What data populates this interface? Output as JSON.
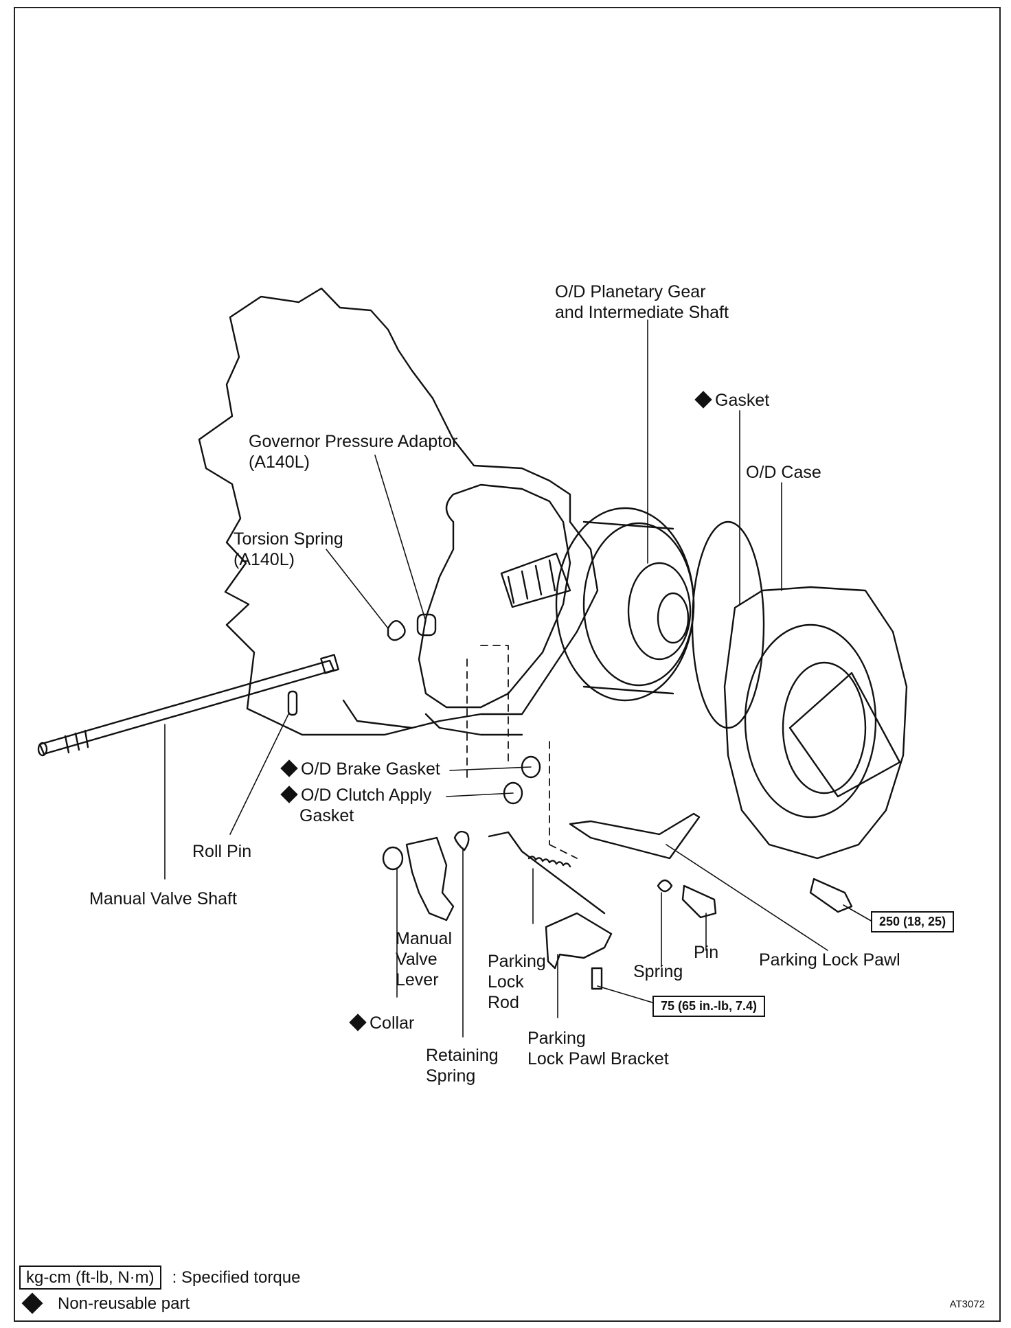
{
  "labels": {
    "od_planetary_gear": "O/D Planetary Gear",
    "od_planetary_gear_2": "and Intermediate Shaft",
    "gasket": "Gasket",
    "od_case": "O/D Case",
    "governor_pressure_adaptor": "Governor Pressure Adaptor",
    "governor_pressure_adaptor_2": "(A140L)",
    "torsion_spring": "Torsion Spring",
    "torsion_spring_2": "(A140L)",
    "od_brake_gasket": "O/D Brake Gasket",
    "od_clutch_apply_gasket": "O/D Clutch Apply",
    "od_clutch_apply_gasket_2": "Gasket",
    "roll_pin": "Roll Pin",
    "manual_valve_shaft": "Manual Valve Shaft",
    "manual_valve_lever_1": "Manual",
    "manual_valve_lever_2": "Valve",
    "manual_valve_lever_3": "Lever",
    "collar": "Collar",
    "retaining_spring_1": "Retaining",
    "retaining_spring_2": "Spring",
    "parking_lock_rod_1": "Parking",
    "parking_lock_rod_2": "Lock",
    "parking_lock_rod_3": "Rod",
    "parking_lock_pawl_bracket_1": "Parking",
    "parking_lock_pawl_bracket_2": "Lock Pawl Bracket",
    "spring": "Spring",
    "pin": "Pin",
    "parking_lock_pawl": "Parking Lock Pawl"
  },
  "torques": {
    "case_bolt": "250 (18, 25)",
    "bracket_bolt": "75 (65 in.-lb, 7.4)"
  },
  "legend": {
    "torque_unit": "kg-cm (ft-lb, N·m)",
    "torque_desc": ":  Specified torque",
    "nonreusable_desc": "Non-reusable part"
  },
  "figure_code": "AT3072"
}
